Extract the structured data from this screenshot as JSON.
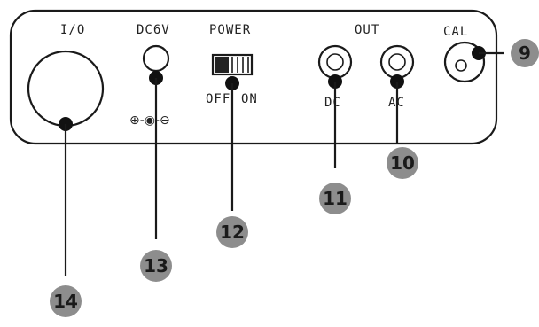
{
  "panel": {
    "io_label": "I/O",
    "dc_label": "DC6V",
    "power_label": "POWER",
    "out_label": "OUT",
    "cal_label": "CAL",
    "off_label": "OFF",
    "on_label": "ON",
    "dc_out_label": "DC",
    "ac_out_label": "AC",
    "polarity_symbol": "⊕-◉-⊖"
  },
  "callouts": {
    "c9": "9",
    "c10": "10",
    "c11": "11",
    "c12": "12",
    "c13": "13",
    "c14": "14"
  }
}
